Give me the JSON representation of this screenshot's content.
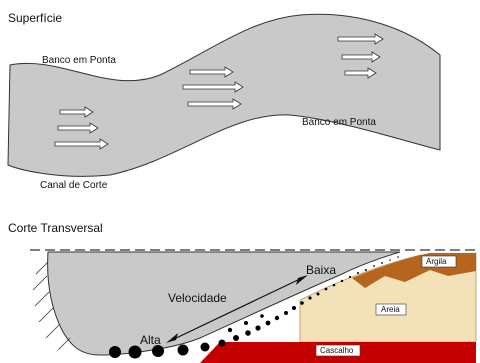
{
  "surface": {
    "title": "Superfície",
    "labels": {
      "point_bar_top": "Banco em Ponta",
      "point_bar_right": "Banco em Ponta",
      "cut_bank": "Canal de Corte"
    },
    "colors": {
      "channel": "#c9c9c9",
      "outline": "#333333",
      "arrow_fill": "#ffffff"
    }
  },
  "cross_section": {
    "title": "Corte Transversal",
    "labels": {
      "velocity": "Velocidade",
      "high": "Alta",
      "low": "Baixa"
    },
    "layers": {
      "clay": "Argila",
      "sand": "Areia",
      "gravel": "Cascalho"
    },
    "colors": {
      "water": "#c9c9c9",
      "clay": "#b5651d",
      "sand": "#f3e2b8",
      "gravel": "#c40000",
      "pebbles": "#000000"
    }
  }
}
